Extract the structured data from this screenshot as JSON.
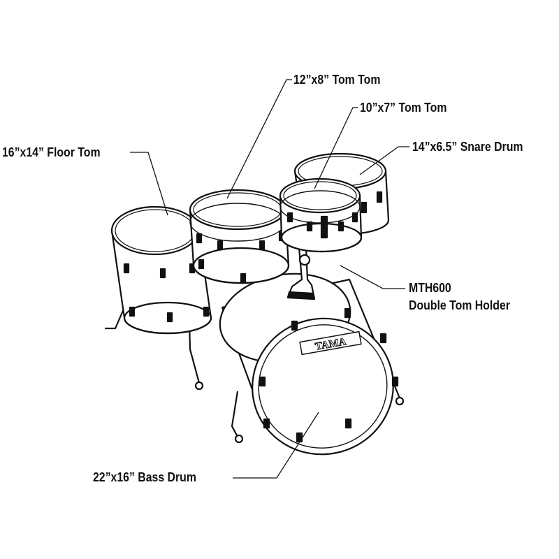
{
  "labels": {
    "tom12": "12”x8” Tom Tom",
    "tom10": "10”x7” Tom Tom",
    "snare": "14”x6.5” Snare Drum",
    "floor": "16”x14” Floor Tom",
    "holder_model": "MTH600",
    "holder_name": "Double Tom Holder",
    "bass": "22”x16” Bass Drum"
  },
  "logo": "TAMA",
  "colors": {
    "line": "#111111",
    "background": "#ffffff"
  }
}
